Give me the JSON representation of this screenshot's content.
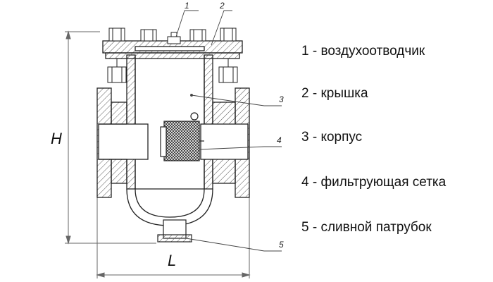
{
  "legend": [
    {
      "label": "1 - воздухоотводчик"
    },
    {
      "label": "2 - крышка"
    },
    {
      "label": "3 - корпус"
    },
    {
      "label": "4 - фильтрующая сетка"
    },
    {
      "label": "5 - сливной патрубок"
    }
  ],
  "dimensions": {
    "height": "H",
    "length": "L"
  },
  "callouts": [
    "1",
    "2",
    "3",
    "4",
    "5"
  ]
}
